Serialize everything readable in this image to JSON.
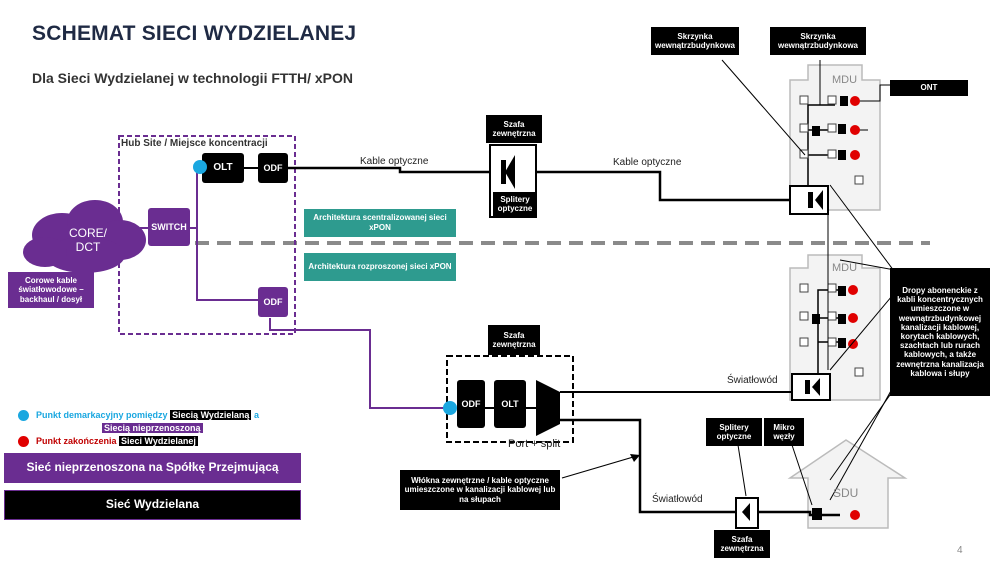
{
  "title": "SCHEMAT SIECI WYDZIELANEJ",
  "subtitle": "Dla Sieci Wydzielanej w technologii FTTH/ xPON",
  "hub": {
    "label": "Hub Site / Miejsce koncentracji",
    "olt": "OLT",
    "odf_top": "ODF",
    "switch": "SWITCH",
    "odf_bottom": "ODF"
  },
  "core": {
    "label_line1": "CORE/",
    "label_line2": "DCT",
    "note": "Corowe kable światłowodowe – backhaul / dosył"
  },
  "architectures": {
    "centralized": "Architektura scentralizowanej sieci xPON",
    "distributed": "Architektura rozproszonej sieci xPON"
  },
  "top_path": {
    "cable_left": "Kable optyczne",
    "cable_right": "Kable optyczne",
    "cabinet": "Szafa zewnętrzna",
    "splitters": "Splitery optyczne"
  },
  "buildings": {
    "mdu_top": "MDU",
    "mdu_bottom": "MDU",
    "sdu": "SDU",
    "box_left": "Skrzynka wewnątrzbudynkowa",
    "box_right": "Skrzynka wewnątrzbudynkowa",
    "ont": "ONT"
  },
  "drops_note": "Dropy abonenckie z kabli koncentrycznych umieszczone w wewnątrzbudynkowej kanalizacji kablowej, korytach kablowych, szachtach lub rurach kablowych, a także zewnętrzna kanalizacja kablowa i słupy",
  "bottom_path": {
    "cabinet": "Szafa zewnętrzna",
    "odf": "ODF",
    "olt": "OLT",
    "port_split": "Port + split",
    "fiber_label_mdu": "Światłowód",
    "fiber_label_sdu": "Światłowód",
    "fibers_note": "Włókna zewnętrzne / kable optyczne umieszczone w kanalizacji kablowej lub na słupach",
    "splitters": "Splitery optyczne",
    "micro_nodes": "Mikro węzły",
    "cabinet_bottom": "Szafa zewnętrzna"
  },
  "legend": {
    "demarc_prefix": "Punkt demarkacyjny pomiędzy",
    "demarc_tag1": "Siecią Wydzielaną",
    "demarc_and": "a",
    "demarc_tag2": "Siecią nieprzenoszoną",
    "end_prefix": "Punkt zakończenia",
    "end_tag": "Sieci Wydzielanej",
    "purple_bar": "Sieć nieprzenoszona na Spółkę Przejmującą",
    "black_bar": "Sieć Wydzielana"
  },
  "colors": {
    "purple": "#6a2d91",
    "teal": "#2e9b8f",
    "cyan_dot": "#1aa7e0",
    "red_dot": "#e00000",
    "title": "#1f2a44"
  },
  "page_number": "4"
}
